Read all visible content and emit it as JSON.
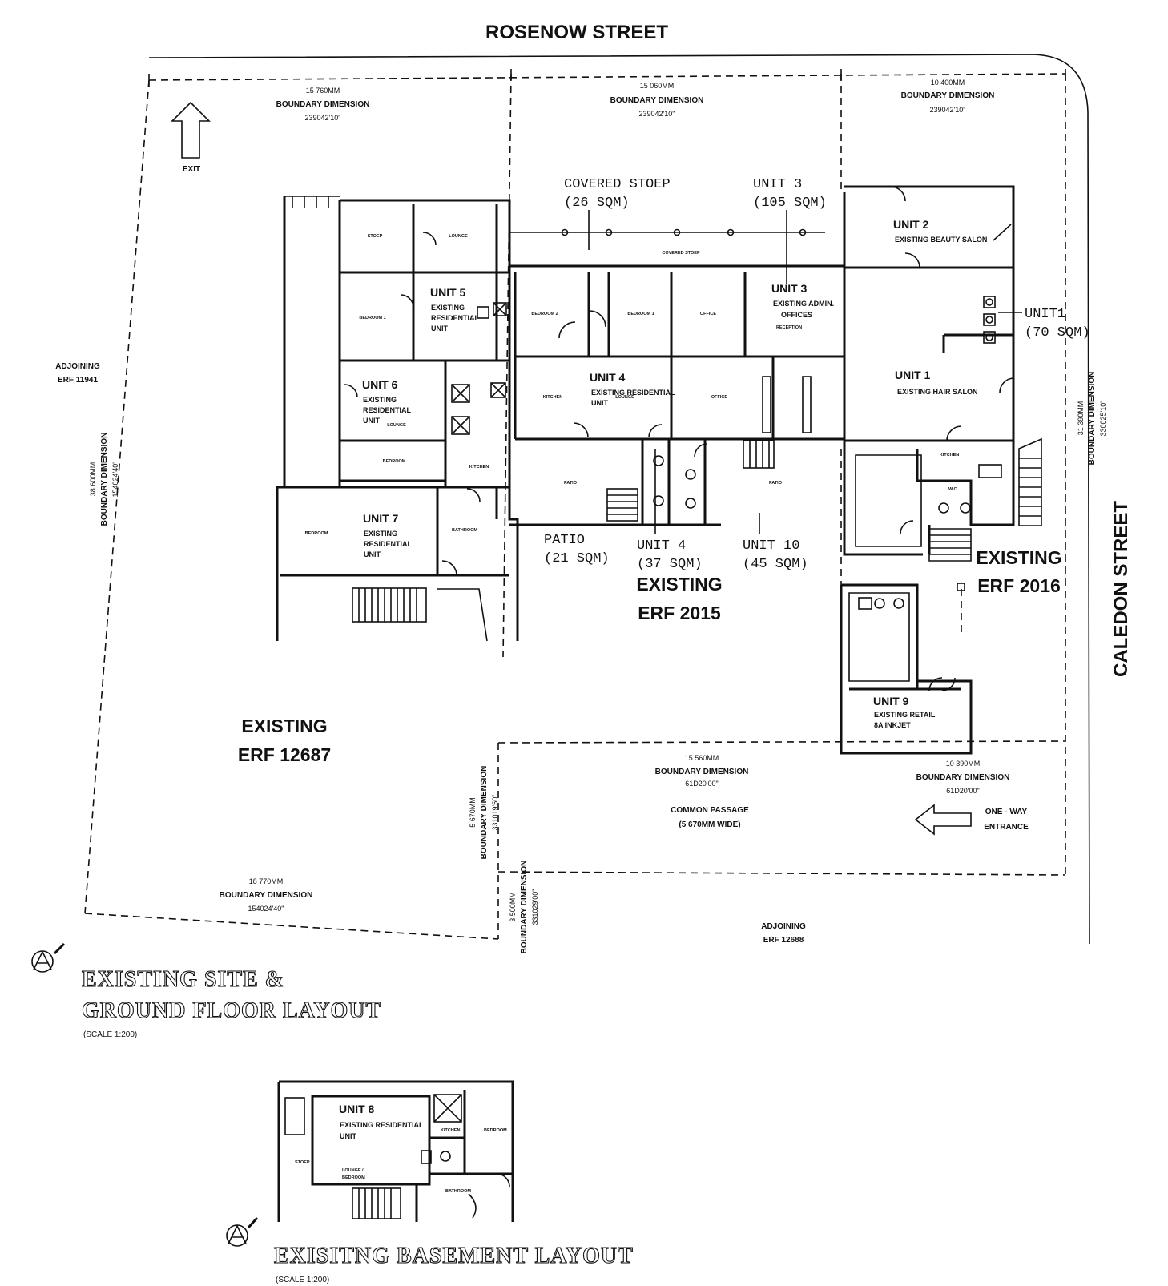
{
  "streets": {
    "rosenow": "ROSENOW STREET",
    "caledon": "CALEDON STREET"
  },
  "erfs": {
    "erf2015_line1": "EXISTING",
    "erf2015_line2": "ERF 2015",
    "erf2016_line1": "EXISTING",
    "erf2016_line2": "ERF 2016",
    "erf12687_line1": "EXISTING",
    "erf12687_line2": "ERF 12687",
    "adj11941_line1": "ADJOINING",
    "adj11941_line2": "ERF 11941",
    "adj12688_line1": "ADJOINING",
    "adj12688_line2": "ERF 12688"
  },
  "boundaries": {
    "top_left": {
      "dim": "15 760MM",
      "label": "BOUNDARY DIMENSION",
      "bearing": "239042'10\""
    },
    "top_mid": {
      "dim": "15 060MM",
      "label": "BOUNDARY DIMENSION",
      "bearing": "239042'10\""
    },
    "top_right": {
      "dim": "10 400MM",
      "label": "BOUNDARY DIMENSION",
      "bearing": "239042'10\""
    },
    "left": {
      "dim": "38 600MM",
      "label": "BOUNDARY DIMENSION",
      "bearing": "154024'40\""
    },
    "right": {
      "dim": "31 390MM",
      "label": "BOUNDARY DIMENSION",
      "bearing": "330025'10\""
    },
    "mid_lower": {
      "dim": "15 560MM",
      "label": "BOUNDARY DIMENSION",
      "bearing": "61D20'00\""
    },
    "right_lower": {
      "dim": "10 390MM",
      "label": "BOUNDARY DIMENSION",
      "bearing": "61D20'00\""
    },
    "vert_mid": {
      "dim": "5 670MM",
      "label": "BOUNDARY DIMENSION",
      "bearing": "331019'50\""
    },
    "vert_low": {
      "dim": "3 500MM",
      "label": "BOUNDARY DIMENSION",
      "bearing": "331029'00\""
    },
    "bottom": {
      "dim": "18 770MM",
      "label": "BOUNDARY DIMENSION",
      "bearing": "154024'40\""
    }
  },
  "callouts": {
    "stoep_line1": "COVERED STOEP",
    "stoep_line2": "(26 SQM)",
    "unit3_line1": "UNIT 3",
    "unit3_line2": "(105 SQM)",
    "unit1_line1": "UNIT1",
    "unit1_line2": "(70 SQM)",
    "patio_line1": "PATIO",
    "patio_line2": "(21 SQM)",
    "unit4_line1": "UNIT 4",
    "unit4_line2": "(37 SQM)",
    "unit10_line1": "UNIT 10",
    "unit10_line2": "(45 SQM)"
  },
  "units": {
    "u2_name": "UNIT 2",
    "u2_desc": "EXISTING BEAUTY SALON",
    "u1_name": "UNIT 1",
    "u1_desc": "EXISTING HAIR SALON",
    "u3_name": "UNIT 3",
    "u3_desc1": "EXISTING ADMIN.",
    "u3_desc2": "OFFICES",
    "u4_name": "UNIT 4",
    "u4_desc1": "EXISTING RESIDENTIAL",
    "u4_desc2": "UNIT",
    "u5_name": "UNIT 5",
    "u5_desc1": "EXISTING",
    "u5_desc2": "RESIDENTIAL",
    "u5_desc3": "UNIT",
    "u6_name": "UNIT 6",
    "u6_desc1": "EXISTING",
    "u6_desc2": "RESIDENTIAL",
    "u6_desc3": "UNIT",
    "u7_name": "UNIT 7",
    "u7_desc1": "EXISTING",
    "u7_desc2": "RESIDENTIAL",
    "u7_desc3": "UNIT",
    "u9_name": "UNIT 9",
    "u9_desc1": "EXISTING RETAIL",
    "u9_desc2": "8A INKJET",
    "u8_name": "UNIT 8",
    "u8_desc1": "EXISTING RESIDENTIAL",
    "u8_desc2": "UNIT"
  },
  "passage": {
    "line1": "COMMON PASSAGE",
    "line2": "(5 670MM WIDE)",
    "oneway_line1": "ONE - WAY",
    "oneway_line2": "ENTRANCE",
    "exit": "EXIT"
  },
  "titles": {
    "ground_line1": "EXISTING SITE &",
    "ground_line2": "GROUND FLOOR  LAYOUT",
    "ground_scale": "(SCALE  1:200)",
    "basement": "EXISITNG BASEMENT LAYOUT",
    "basement_scale": "(SCALE  1:200)"
  }
}
